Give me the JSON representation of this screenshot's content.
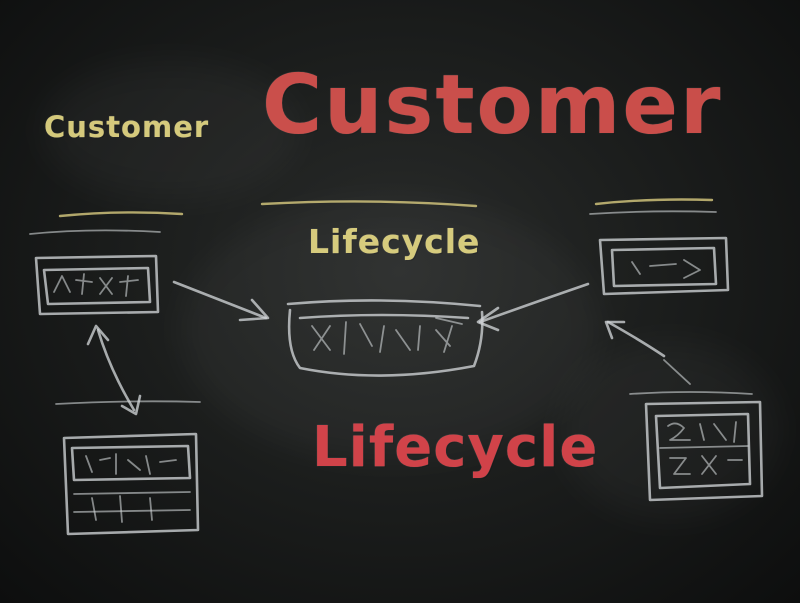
{
  "board": {
    "color": "#1c1e1d",
    "chalk_white": "#cfd3d6",
    "chalk_yellow": "#e9dc86",
    "chalk_red": "#d9534f"
  },
  "texts": {
    "title_big": "Customer",
    "title_small": "Customer",
    "center_small": "Lifecycle",
    "center_big": "Lifecycle"
  }
}
